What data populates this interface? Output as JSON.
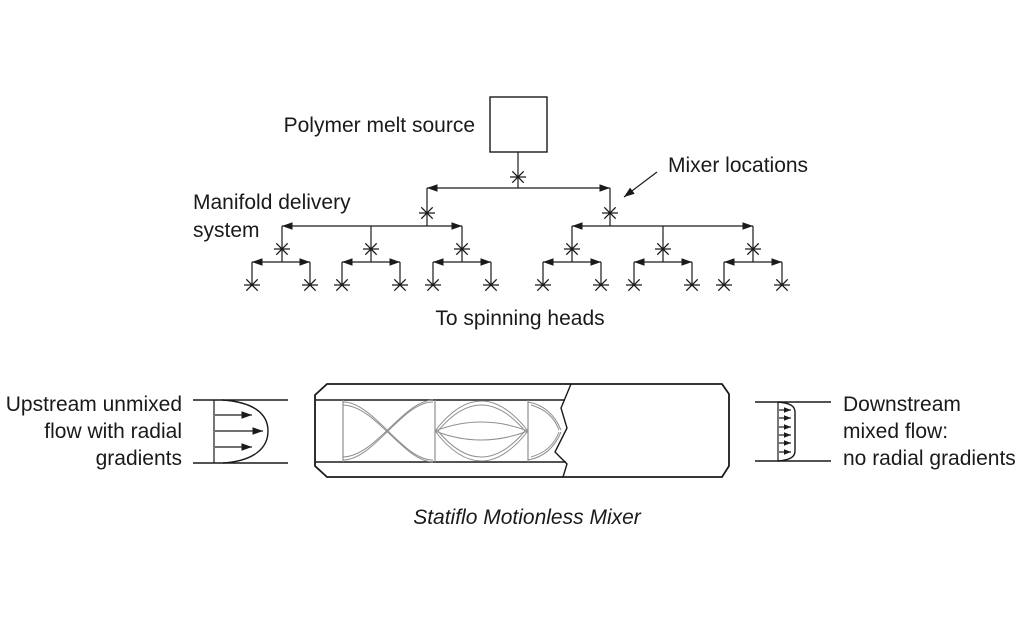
{
  "top_diagram": {
    "source_label": "Polymer melt source",
    "manifold_label_line1": "Manifold delivery",
    "manifold_label_line2": "system",
    "mixer_locations_label": "Mixer locations",
    "to_spinning_heads_label": "To spinning heads",
    "mixer_count_per_level": [
      1,
      2,
      6,
      12
    ]
  },
  "bottom_diagram": {
    "upstream_label_line1": "Upstream unmixed",
    "upstream_label_line2": "flow with radial",
    "upstream_label_line3": "gradients",
    "downstream_label_line1": "Downstream",
    "downstream_label_line2": "mixed flow:",
    "downstream_label_line3": "no radial gradients",
    "caption": "Statiflo Motionless Mixer"
  },
  "colors": {
    "line": "#1a1a1a",
    "internal_curve": "#8f8f8f",
    "background": "#ffffff"
  }
}
